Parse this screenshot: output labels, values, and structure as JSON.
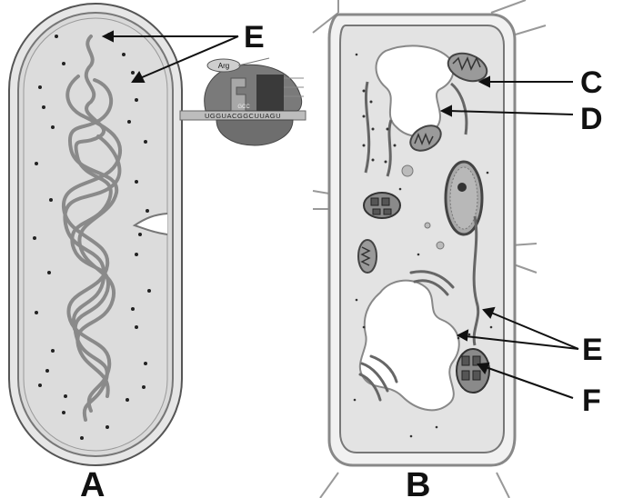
{
  "figure": {
    "panels": [
      {
        "id": "A",
        "label": "A"
      },
      {
        "id": "B",
        "label": "B"
      }
    ],
    "callouts": {
      "C": "C",
      "D": "D",
      "E_cell_a": "E",
      "E_cell_b": "E",
      "F": "F"
    },
    "ribosome_inset": {
      "amino_acid": "Arg",
      "anticodon": "GCC",
      "mrna": "UGGUACGGCUUAGU"
    }
  }
}
